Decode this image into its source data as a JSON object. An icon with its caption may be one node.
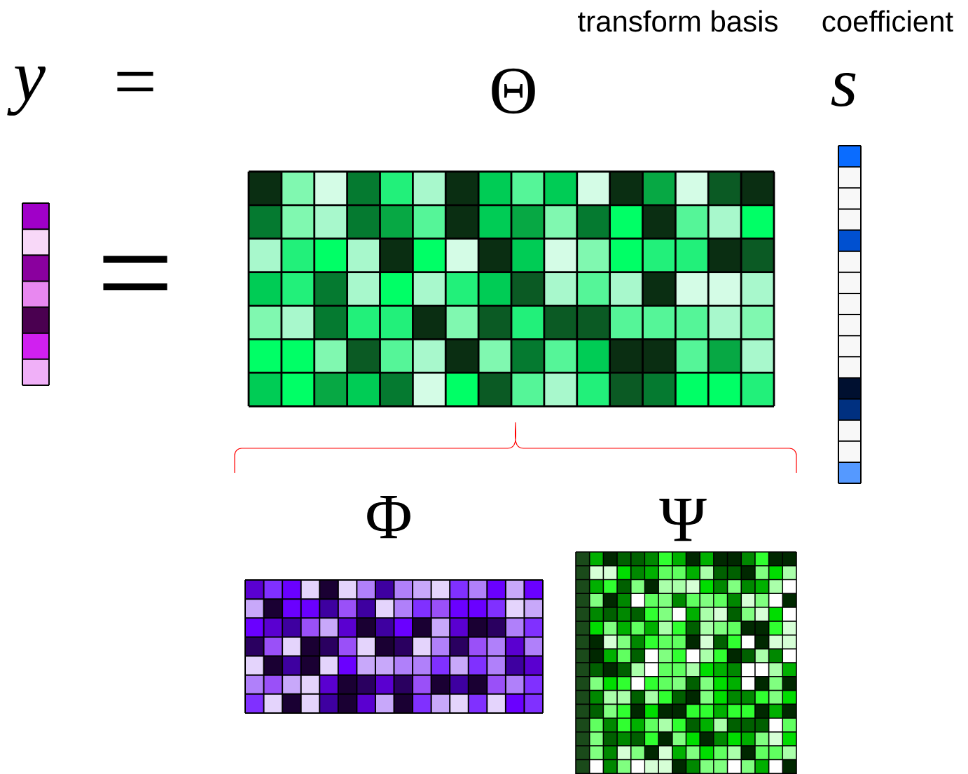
{
  "diagram": {
    "labels": [
      "transform basis",
      "coefficient",
      "y",
      "=",
      "Θ",
      "s",
      "=",
      "Φ",
      "Ψ"
    ]
  }
}
